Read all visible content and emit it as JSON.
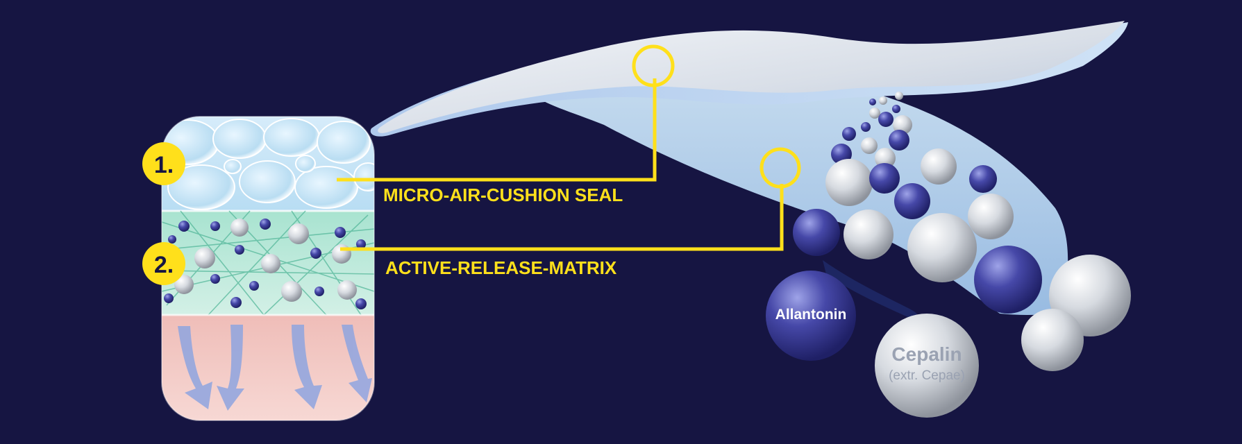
{
  "layers": [
    {
      "number": "1.",
      "label": "MICRO-AIR-CUSHION SEAL"
    },
    {
      "number": "2.",
      "label": "ACTIVE-RELEASE-MATRIX"
    }
  ],
  "ingredients": [
    {
      "name": "Allantonin",
      "detail": ""
    },
    {
      "name": "Cepalin",
      "detail": "(extr. Cepae)"
    }
  ],
  "colors": {
    "background": "#161542",
    "accent": "#FFE01B",
    "sphere_blue": "#3E3F9C",
    "sphere_silver": "#D9DDE3",
    "matrix_green": "#8ED9C3",
    "skin": "#F1C7C3"
  }
}
